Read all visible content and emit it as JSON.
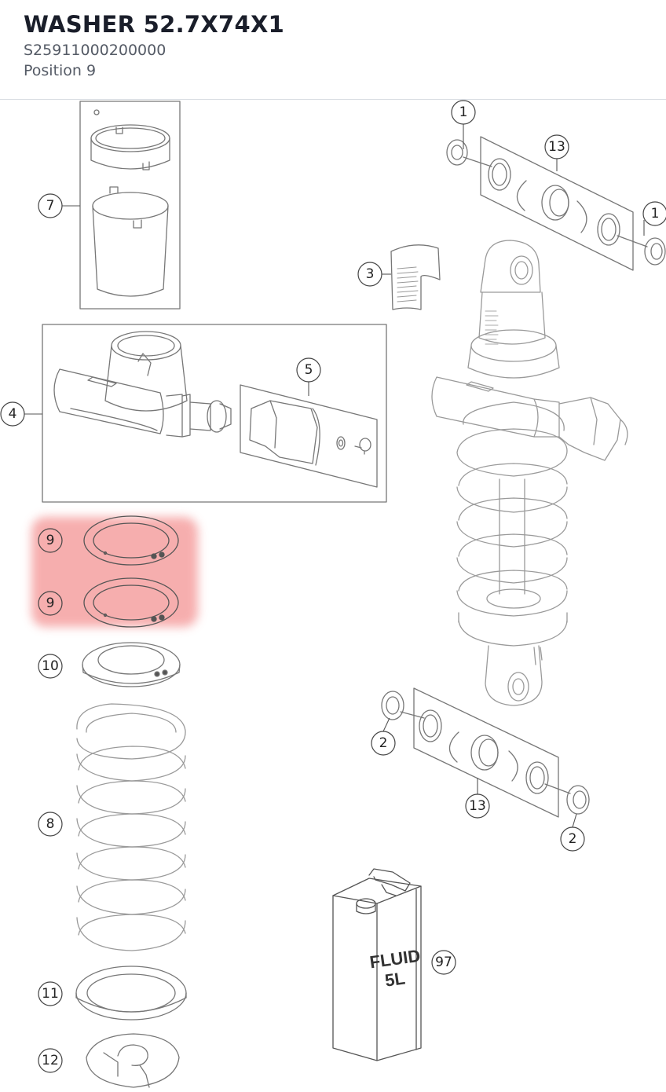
{
  "header": {
    "title": "WASHER 52.7X74X1",
    "part_number": "S25911000200000",
    "position": "Position 9"
  },
  "diagram": {
    "highlight_color": "#f7a3a3",
    "line_color": "#6d6d6d",
    "fluid_can": {
      "line1": "FLUID",
      "line2": "5L"
    },
    "callouts": {
      "c1a": "1",
      "c1b": "1",
      "c13a": "13",
      "c7": "7",
      "c3": "3",
      "c4": "4",
      "c5": "5",
      "c9a": "9",
      "c9b": "9",
      "c10": "10",
      "c2a": "2",
      "c13b": "13",
      "c2b": "2",
      "c8": "8",
      "c97": "97",
      "c11": "11",
      "c12": "12"
    }
  }
}
